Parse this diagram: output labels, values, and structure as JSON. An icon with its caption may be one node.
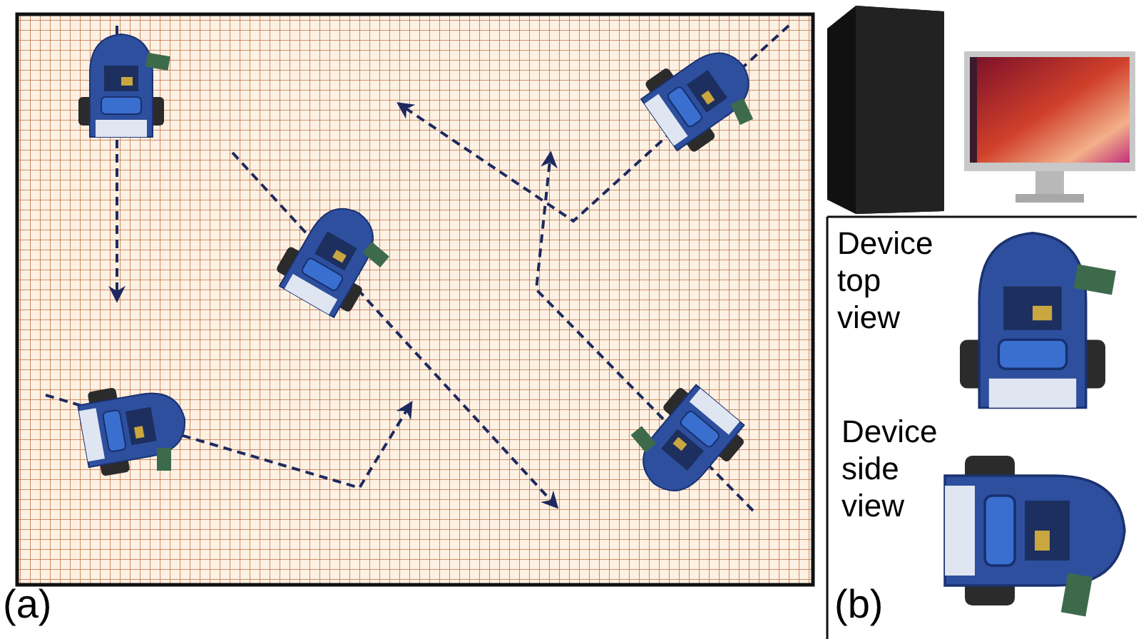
{
  "diagram": {
    "labels": [
      "(a)",
      "Device top view",
      "Device side view",
      "(b)"
    ]
  }
}
